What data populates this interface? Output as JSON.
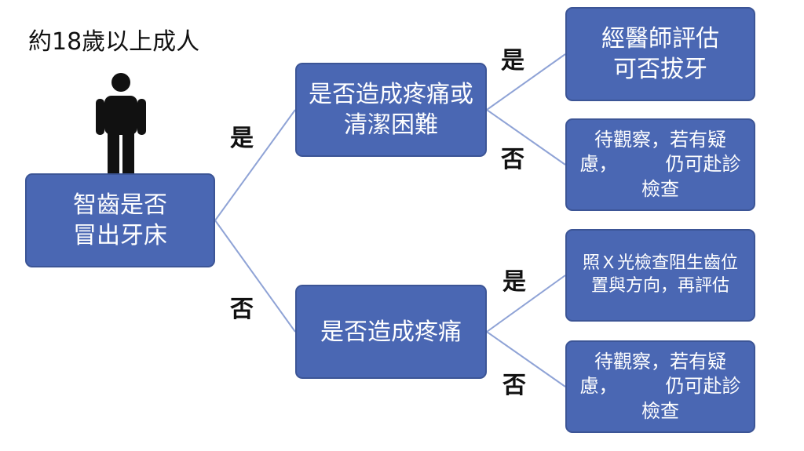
{
  "title": "約18歲以上成人",
  "colors": {
    "box_fill": "#4a67b3",
    "box_border": "#3c5596",
    "connector": "#8fa3d6",
    "person": "#111111"
  },
  "icons": {
    "person": "person-icon"
  },
  "nodes": {
    "root": {
      "lines": [
        "智齒是否",
        "冒出牙床"
      ]
    },
    "top": {
      "lines": [
        "是否造成疼痛或",
        "清潔困難"
      ]
    },
    "bottom": {
      "lines": [
        "是否造成疼痛"
      ]
    },
    "leaf1": {
      "lines": [
        "經醫師評估",
        "可否拔牙"
      ]
    },
    "leaf2": {
      "lines": [
        "待觀察，若有疑",
        "慮，        仍可赴診",
        "檢查"
      ]
    },
    "leaf3": {
      "lines": [
        "照Ｘ光檢查阻生齒位",
        "置與方向，再評估"
      ]
    },
    "leaf4": {
      "lines": [
        "待觀察，若有疑",
        "慮，        仍可赴診",
        "檢查"
      ]
    }
  },
  "edge_labels": {
    "root_yes": "是",
    "root_no": "否",
    "top_yes": "是",
    "top_no": "否",
    "bottom_yes": "是",
    "bottom_no": "否"
  }
}
